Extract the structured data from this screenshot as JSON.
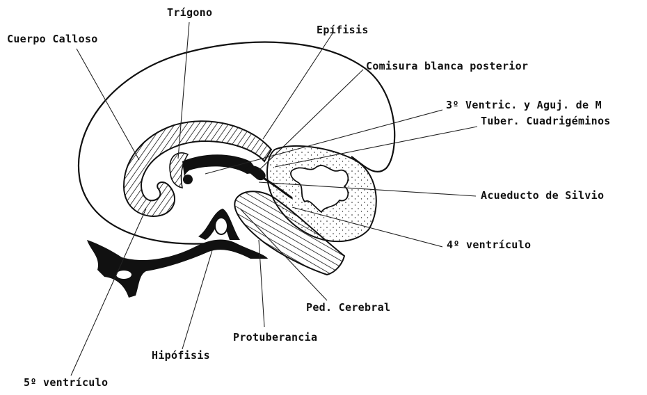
{
  "labels": {
    "trigono": "Trígono",
    "cuerpo_calloso": "Cuerpo Calloso",
    "epifisis": "Epífisis",
    "comisura": "Comisura blanca posterior",
    "ventric3": "3º Ventric. y Aguj. de M",
    "tuber": "Tuber. Cuadrigéminos",
    "acueducto": "Acueducto de Silvio",
    "ventric4": "4º ventrículo",
    "ped_cerebral": "Ped. Cerebral",
    "protuberancia": "Protuberancia",
    "hipofisis": "Hipófisis",
    "ventric5": "5º ventrículo"
  },
  "colors": {
    "ink": "#111111",
    "paper": "#ffffff"
  }
}
